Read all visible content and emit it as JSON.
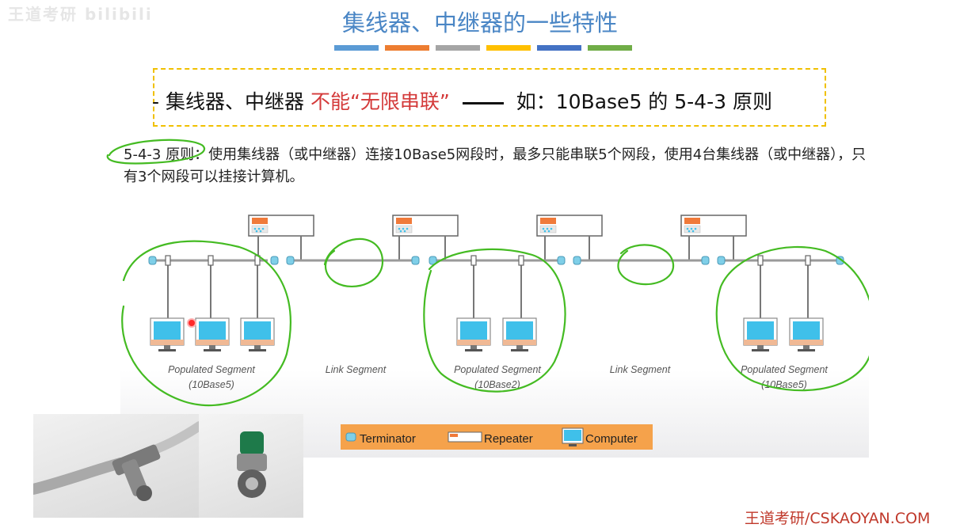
{
  "watermark": "王道考研 bilibili",
  "slide": {
    "title": "集线器、中继器的一些特性",
    "title_bar_colors": [
      "#5b9bd5",
      "#ed7d31",
      "#a5a5a5",
      "#ffc000",
      "#4472c4",
      "#70ad47"
    ],
    "rule_prefix": "集线器、中继器",
    "rule_red": "不能“无限串联”",
    "rule_suffix": "如：10Base5 的 5-4-3 原则",
    "description": "5-4-3 原则：使用集线器（或中继器）连接10Base5网段时，最多只能串联5个网段，使用4台集线器（或中继器），只有3个网段可以挂接计算机。"
  },
  "diagram": {
    "segments": [
      {
        "label": "Populated Segment",
        "sub": "(10Base5)"
      },
      {
        "label": "Link Segment",
        "sub": ""
      },
      {
        "label": "Populated Segment",
        "sub": "(10Base2)"
      },
      {
        "label": "Link Segment",
        "sub": ""
      },
      {
        "label": "Populated Segment",
        "sub": "(10Base5)"
      }
    ],
    "legend": {
      "terminator": "Terminator",
      "repeater": "Repeater",
      "computer": "Computer"
    }
  },
  "footer": "王道考研/CSKAOYAN.COM",
  "colors": {
    "annotation": "#44bb22",
    "legend_bg": "#f5a24b",
    "screen": "#3fc0ea"
  }
}
